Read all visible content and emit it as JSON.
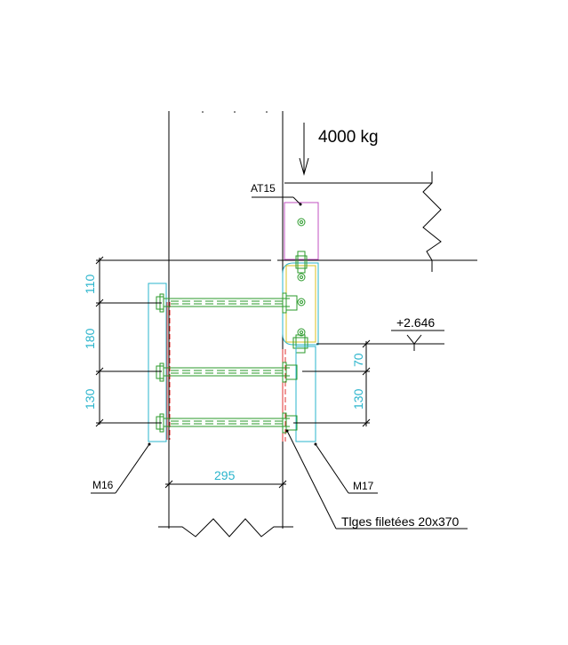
{
  "load": {
    "text": "4000 kg"
  },
  "dimensions_left": {
    "d1": "110",
    "d2": "180",
    "d3": "130"
  },
  "dimensions_right": {
    "d1": "70",
    "d2": "130"
  },
  "dimension_bottom": {
    "d1": "295"
  },
  "level": {
    "text": "+2.646"
  },
  "labels": {
    "at15": "AT15",
    "m16": "M16",
    "m17": "M17",
    "rods": "Tlges filetées 20x370"
  },
  "colors": {
    "dimension": "#2ab4cc",
    "bolt": "#2a9a2a",
    "weld": "#e03030",
    "plate_top": "#c050c0",
    "plate_mid": "#d8c020"
  }
}
